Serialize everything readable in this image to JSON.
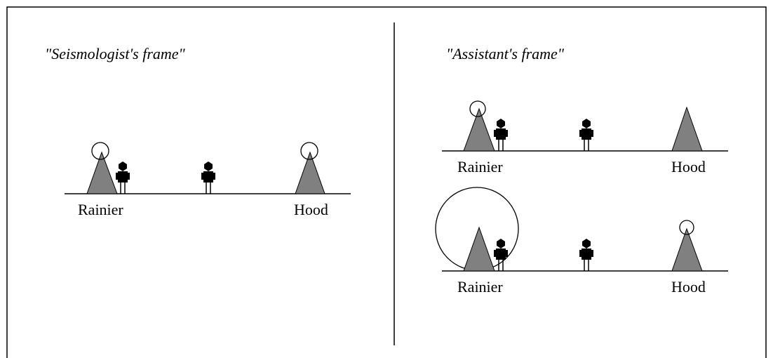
{
  "figure": {
    "panels": [
      {
        "title": "\"Seismologist's frame\"",
        "scenes": [
          {
            "left_label": "Rainier",
            "right_label": "Hood"
          }
        ]
      },
      {
        "title": "\"Assistant's frame\"",
        "scenes": [
          {
            "left_label": "Rainier",
            "right_label": "Hood"
          },
          {
            "left_label": "Rainier",
            "right_label": "Hood"
          }
        ]
      }
    ]
  }
}
